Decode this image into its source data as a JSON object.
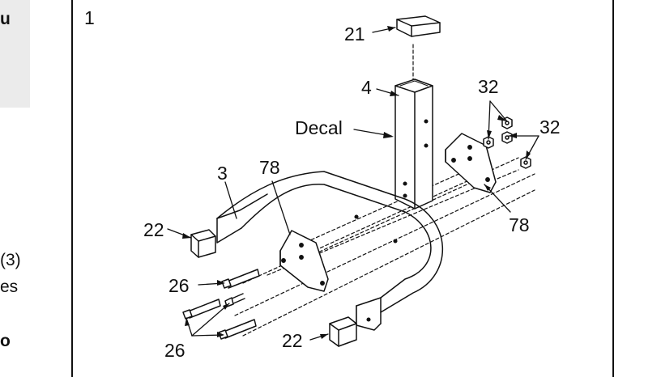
{
  "left_text": {
    "frag_top": "u",
    "frag_mid1": "(3)",
    "frag_mid2": "es",
    "frag_bottom": "o"
  },
  "step": {
    "number": "1"
  },
  "labels": {
    "part_21": "21",
    "part_4": "4",
    "decal": "Decal",
    "part_32_a": "32",
    "part_32_b": "32",
    "part_3": "3",
    "part_78_left": "78",
    "part_78_right": "78",
    "part_22_left": "22",
    "part_22_bottom": "22",
    "part_26_top": "26",
    "part_26_bottom": "26"
  }
}
